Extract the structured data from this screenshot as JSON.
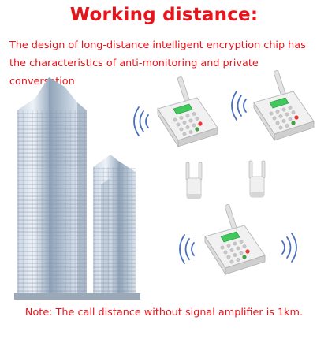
{
  "title": "Working distance:",
  "description": [
    "The design of long-distance intelligent encryption chip has",
    "the characteristics of anti-monitoring and private conversation"
  ],
  "note": "Note: The call distance without signal amplifier is 1km.",
  "colors": {
    "accent": "#e8141b",
    "signal": "#4a6fc0",
    "device": "#eeeeee",
    "screen": "#3ec95a"
  },
  "illustrations": [
    "city-skyscrapers",
    "desk-phone-unit",
    "signal-amplifier",
    "radio-waves"
  ]
}
